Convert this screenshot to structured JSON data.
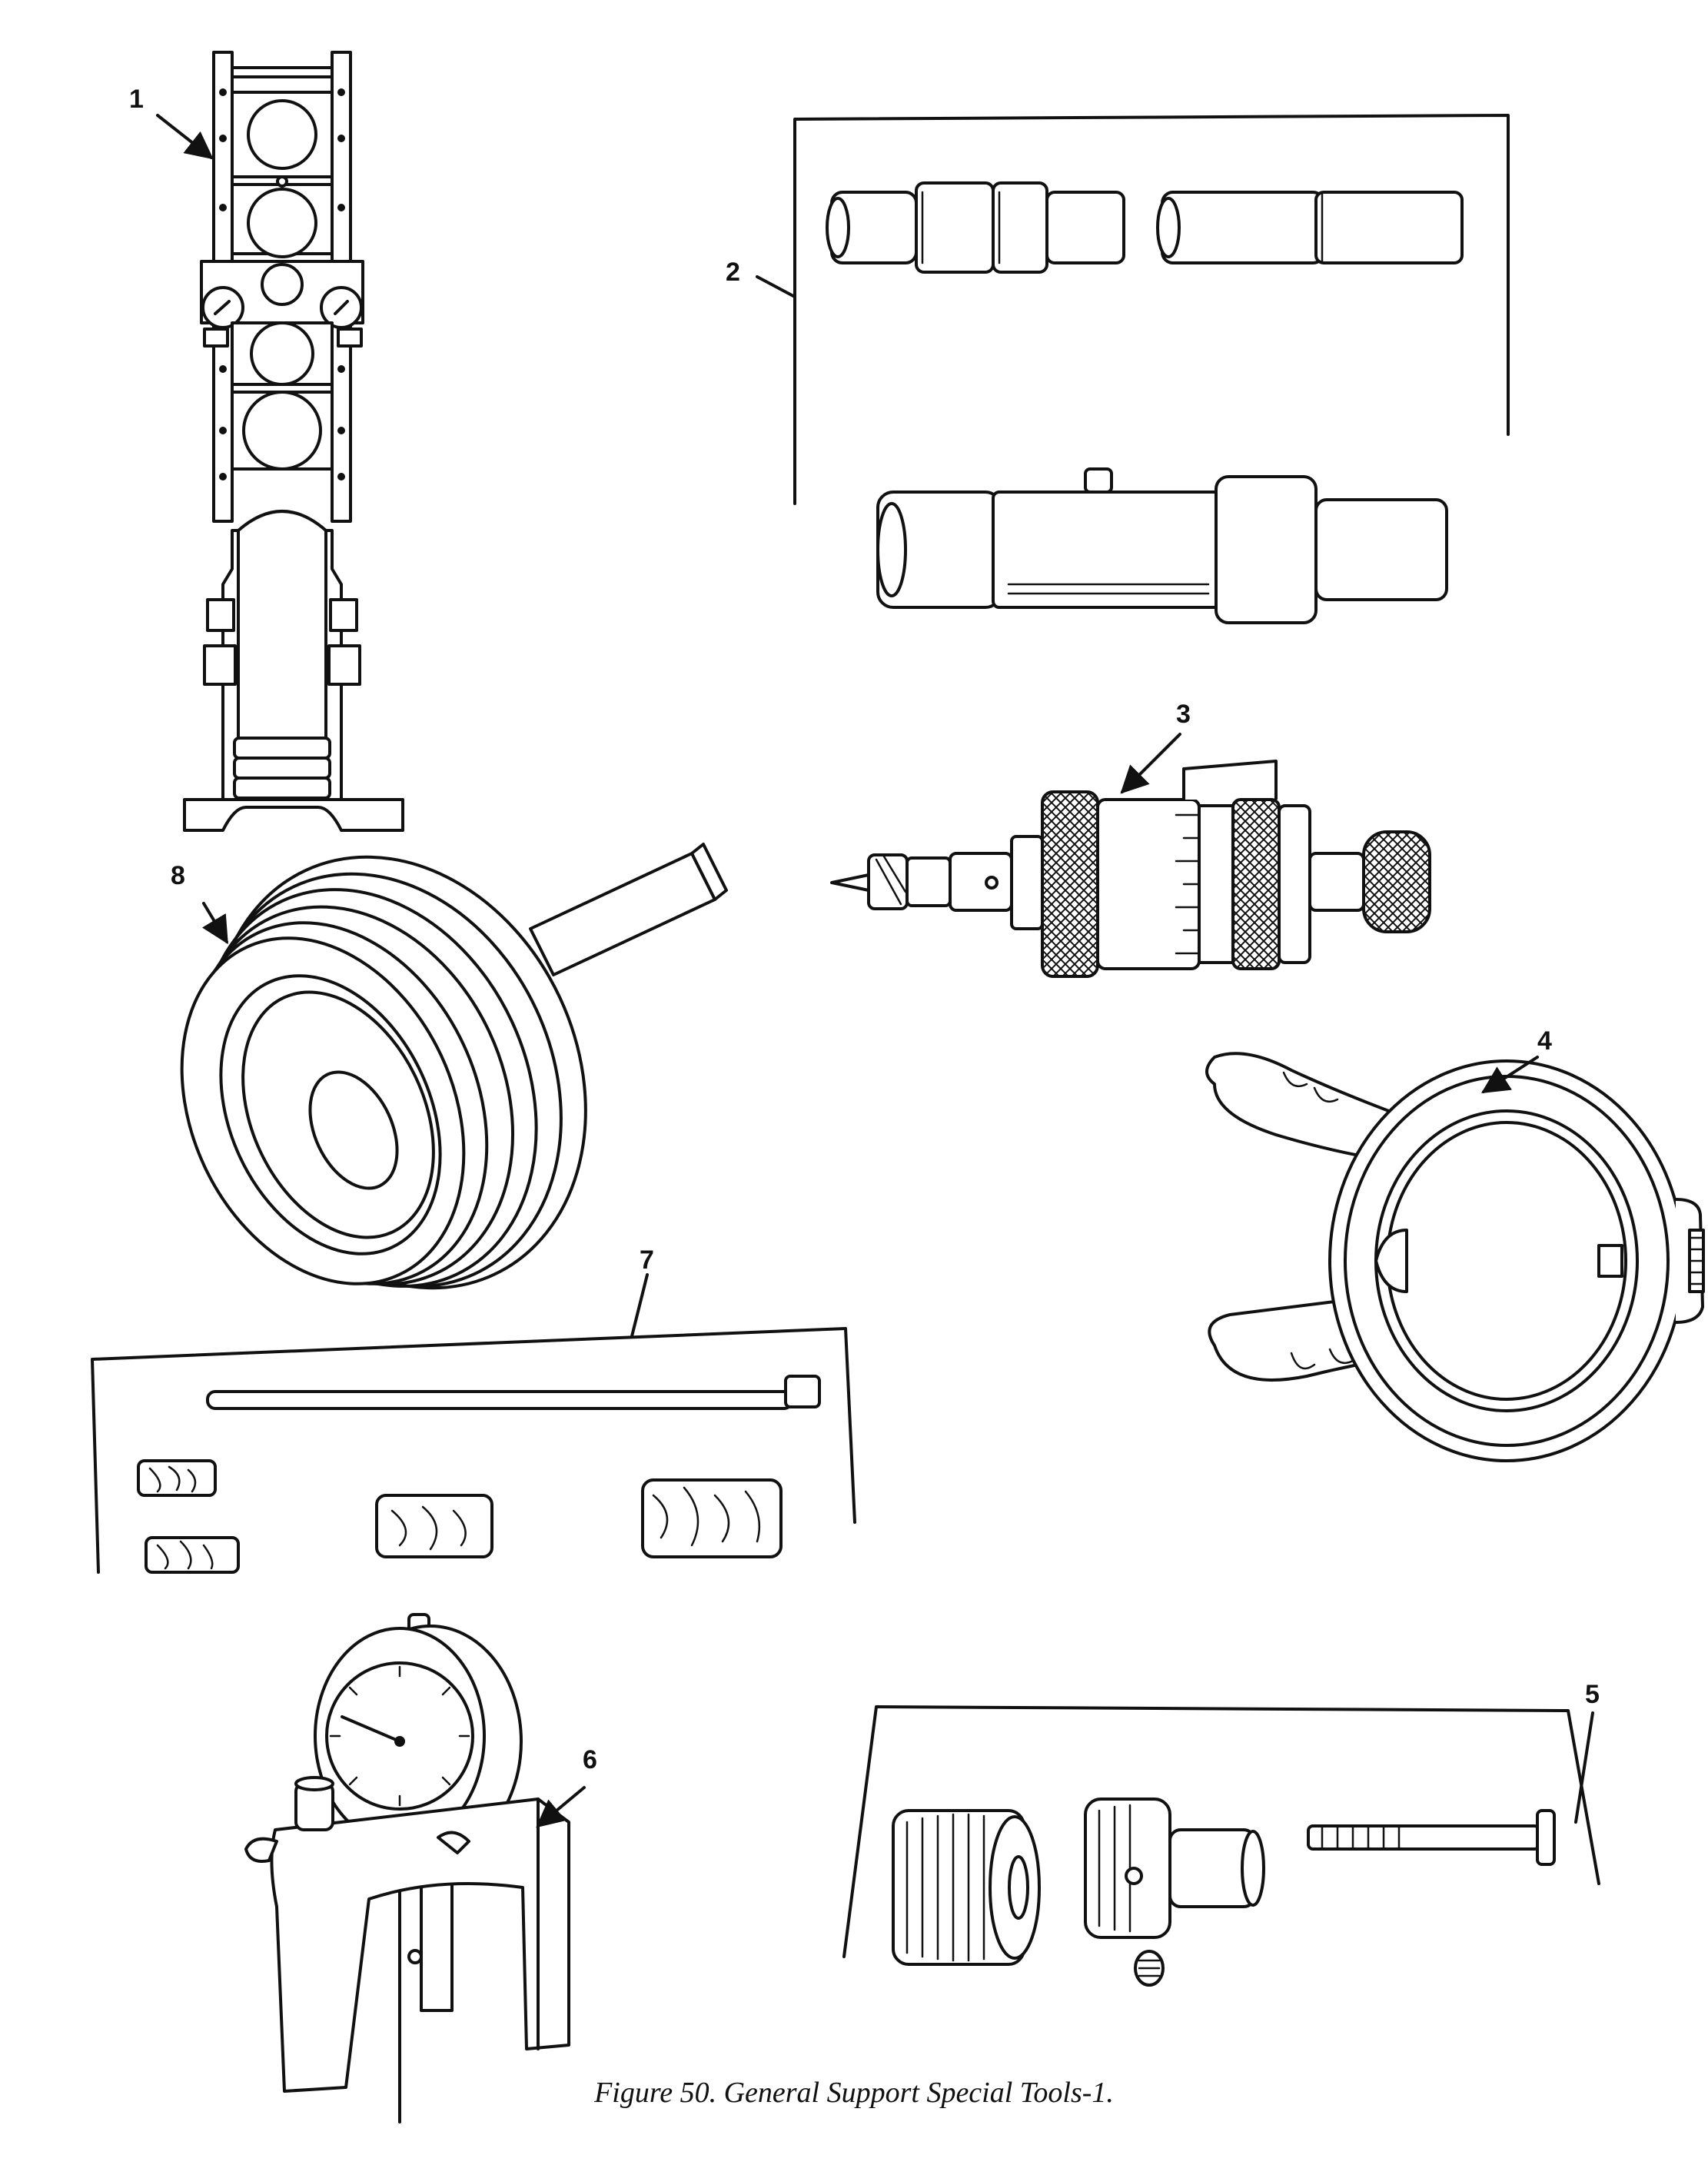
{
  "callouts": {
    "c1": "1",
    "c2": "2",
    "c3": "3",
    "c4": "4",
    "c5": "5",
    "c6": "6",
    "c7": "7",
    "c8": "8"
  },
  "caption": "Figure 50. General Support Special Tools-1."
}
